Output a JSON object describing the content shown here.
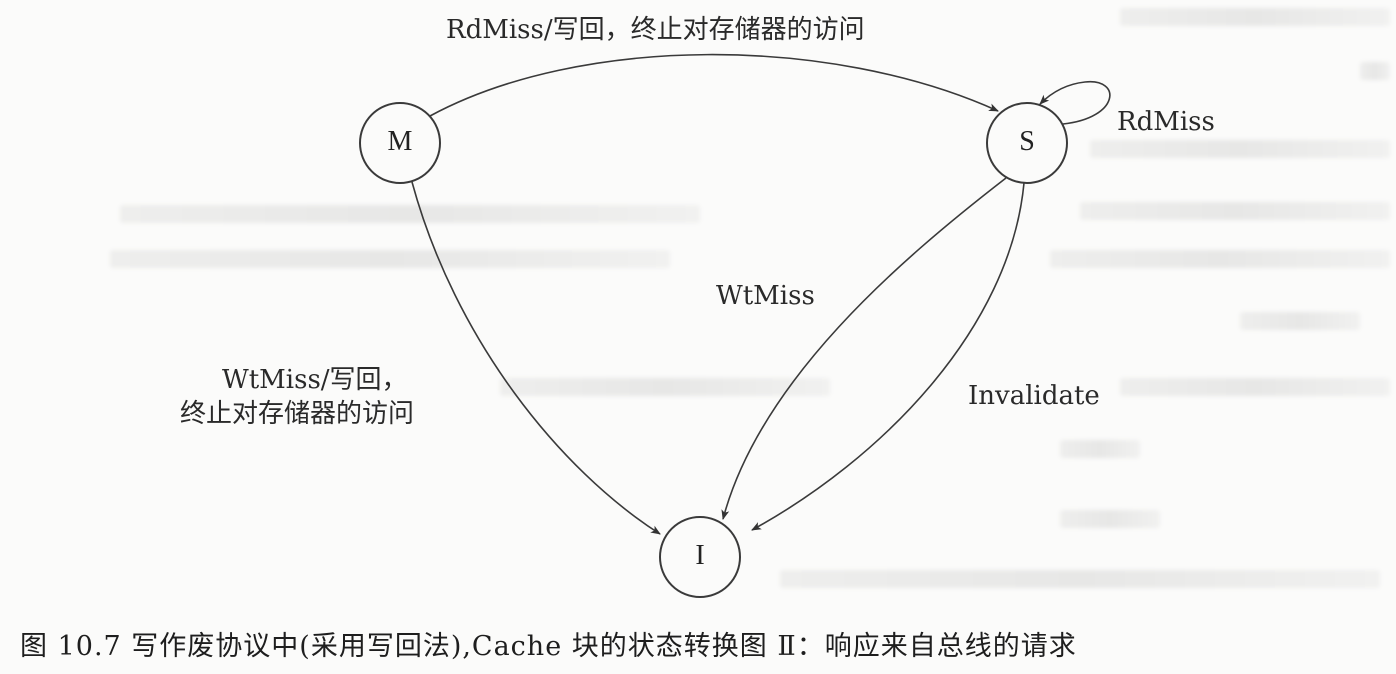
{
  "diagram": {
    "nodes": {
      "M": "M",
      "S": "S",
      "I": "I"
    },
    "edges": {
      "m_to_s": "RdMiss/写回，终止对存储器的访问",
      "s_self": "RdMiss",
      "s_to_i_wtmiss": "WtMiss",
      "s_to_i_invalidate": "Invalidate",
      "m_to_i_line1": "WtMiss/写回，",
      "m_to_i_line2": "终止对存储器的访问"
    }
  },
  "caption": "图 10.7  写作废协议中(采用写回法),Cache 块的状态转换图 Ⅱ：响应来自总线的请求"
}
